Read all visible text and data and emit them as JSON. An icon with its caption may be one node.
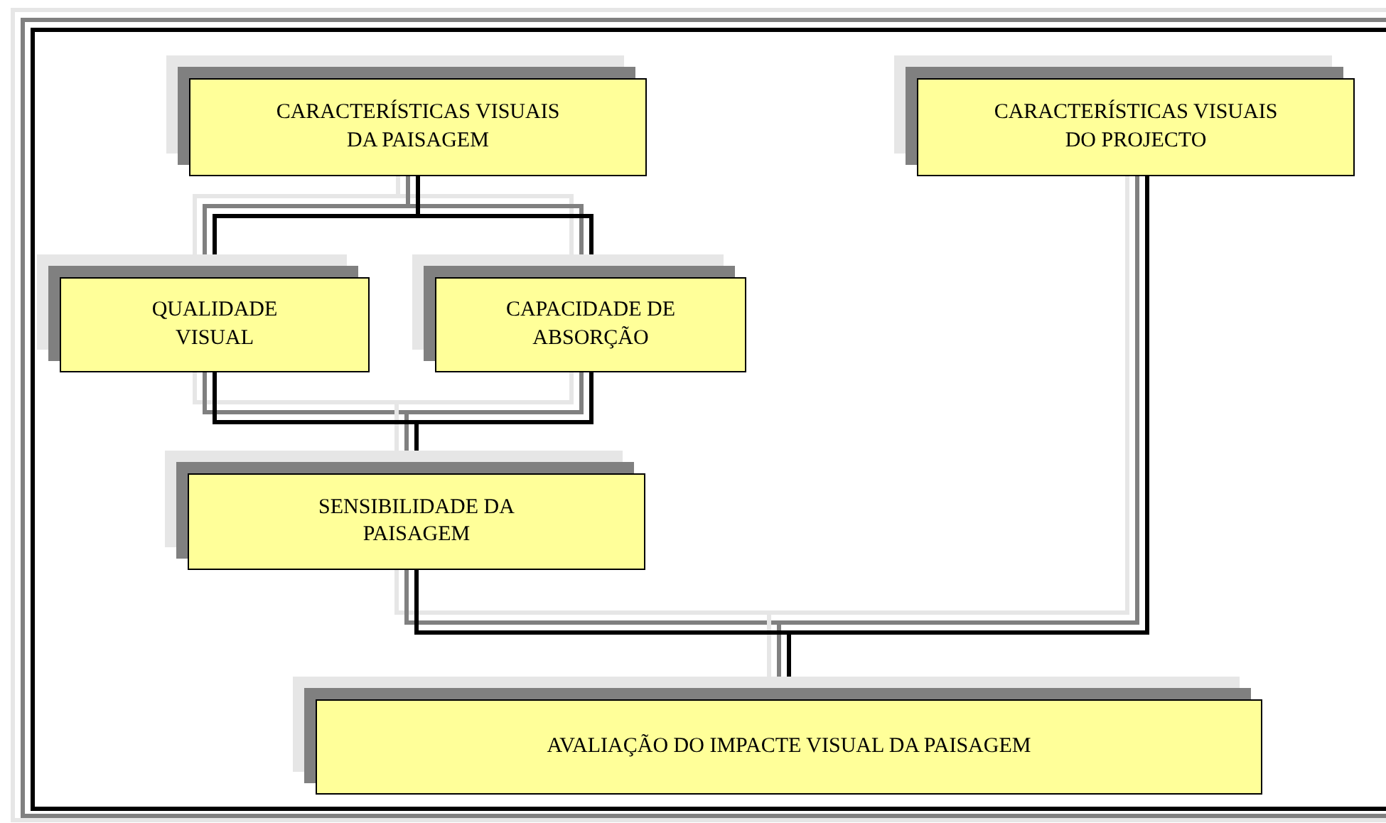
{
  "diagram": {
    "nodes": [
      {
        "text": [
          "CARACTERÍSTICAS VISUAIS DA PAISAGEM"
        ]
      },
      {
        "text": [
          "CARACTERÍSTICAS VISUAIS DO PROJECTO"
        ]
      },
      {
        "text": [
          "QUALIDADE VISUAL"
        ]
      },
      {
        "text": [
          "CAPACIDADE DE ABSORÇÃO"
        ]
      },
      {
        "text": [
          "SENSIBILIDADE DA PAISAGEM"
        ]
      },
      {
        "text": [
          "AVALIAÇÃO DO IMPACTE VISUAL DA PAISAGEM"
        ]
      }
    ],
    "edges": [
      {
        "from": 0,
        "to": 2,
        "arrow": "none"
      },
      {
        "from": 0,
        "to": 3,
        "arrow": "none"
      },
      {
        "from": 2,
        "to": 4,
        "arrow": "none"
      },
      {
        "from": 3,
        "to": 4,
        "arrow": "none"
      },
      {
        "from": 4,
        "to": 5,
        "arrow": "none"
      },
      {
        "from": 1,
        "to": 5,
        "arrow": "none"
      }
    ]
  }
}
